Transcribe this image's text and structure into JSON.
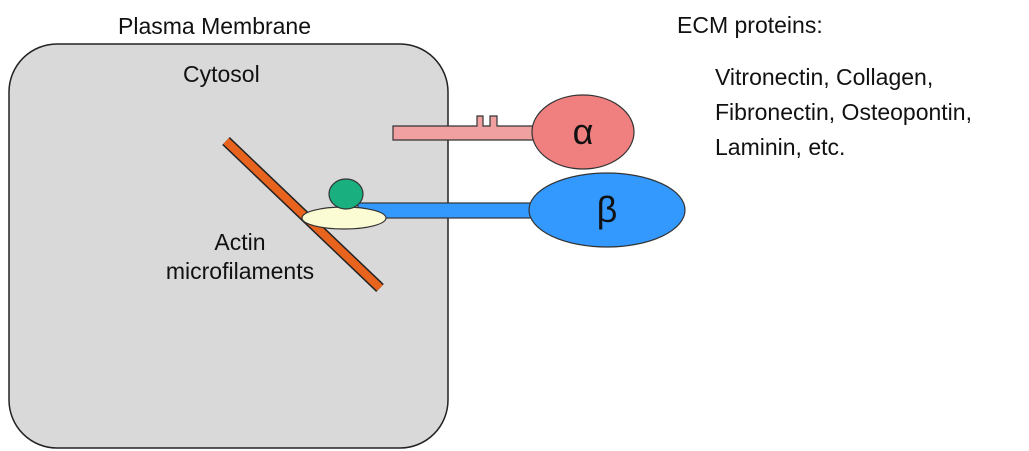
{
  "labels": {
    "plasma_membrane": "Plasma Membrane",
    "cytosol": "Cytosol",
    "actin_line1": "Actin",
    "actin_line2": "microfilaments",
    "alpha": "α",
    "beta": "β"
  },
  "ecm": {
    "title": "ECM proteins:",
    "lines": [
      "Vitronectin, Collagen,",
      "Fibronectin, Osteopontin,",
      "Laminin, etc."
    ]
  },
  "colors": {
    "cell_fill": "#d9d9d9",
    "cell_stroke": "#222222",
    "actin": "#e8641e",
    "alpha_subunit": "#f08080",
    "alpha_stalk": "#f0a0a0",
    "beta_subunit": "#3399ff",
    "adaptor_green": "#1aaf7f",
    "adaptor_cream": "#fcfcd4"
  }
}
